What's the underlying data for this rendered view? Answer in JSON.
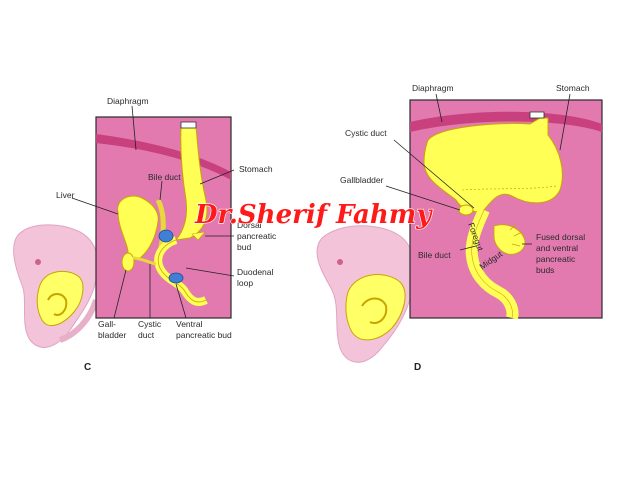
{
  "panels": {
    "c": {
      "letter": "C",
      "labels": {
        "diaphragm": "Diaphragm",
        "bile_duct": "Bile duct",
        "stomach": "Stomach",
        "liver": "Liver",
        "dorsal_pancreatic_1": "Dorsal",
        "dorsal_pancreatic_2": "pancreatic",
        "dorsal_pancreatic_3": "bud",
        "duodenal_loop_1": "Duodenal",
        "duodenal_loop_2": "loop",
        "gallbladder_1": "Gall-",
        "gallbladder_2": "bladder",
        "cystic_duct_1": "Cystic",
        "cystic_duct_2": "duct",
        "ventral_pancreatic_1": "Ventral",
        "ventral_pancreatic_2": "pancreatic bud"
      }
    },
    "d": {
      "letter": "D",
      "labels": {
        "diaphragm": "Diaphragm",
        "stomach": "Stomach",
        "cystic_duct": "Cystic duct",
        "gallbladder": "Gallbladder",
        "bile_duct": "Bile duct",
        "foregut": "Foregut",
        "midgut": "Midgut",
        "fused_1": "Fused dorsal",
        "fused_2": "and ventral",
        "fused_3": "pancreatic",
        "fused_4": "buds"
      }
    }
  },
  "watermark": "Dr.Sherif Fahmy",
  "colors": {
    "panel_bg": "#e27ab0",
    "panel_border": "#2a2a2a",
    "organ_yellow": "#ffff55",
    "organ_outline": "#c9a400",
    "embryo_pink": "#f3c4d9",
    "diaphragm_band": "#c9407f",
    "pancreas_blue": "#3f7fd6",
    "watermark_red": "#ff1a1a"
  }
}
